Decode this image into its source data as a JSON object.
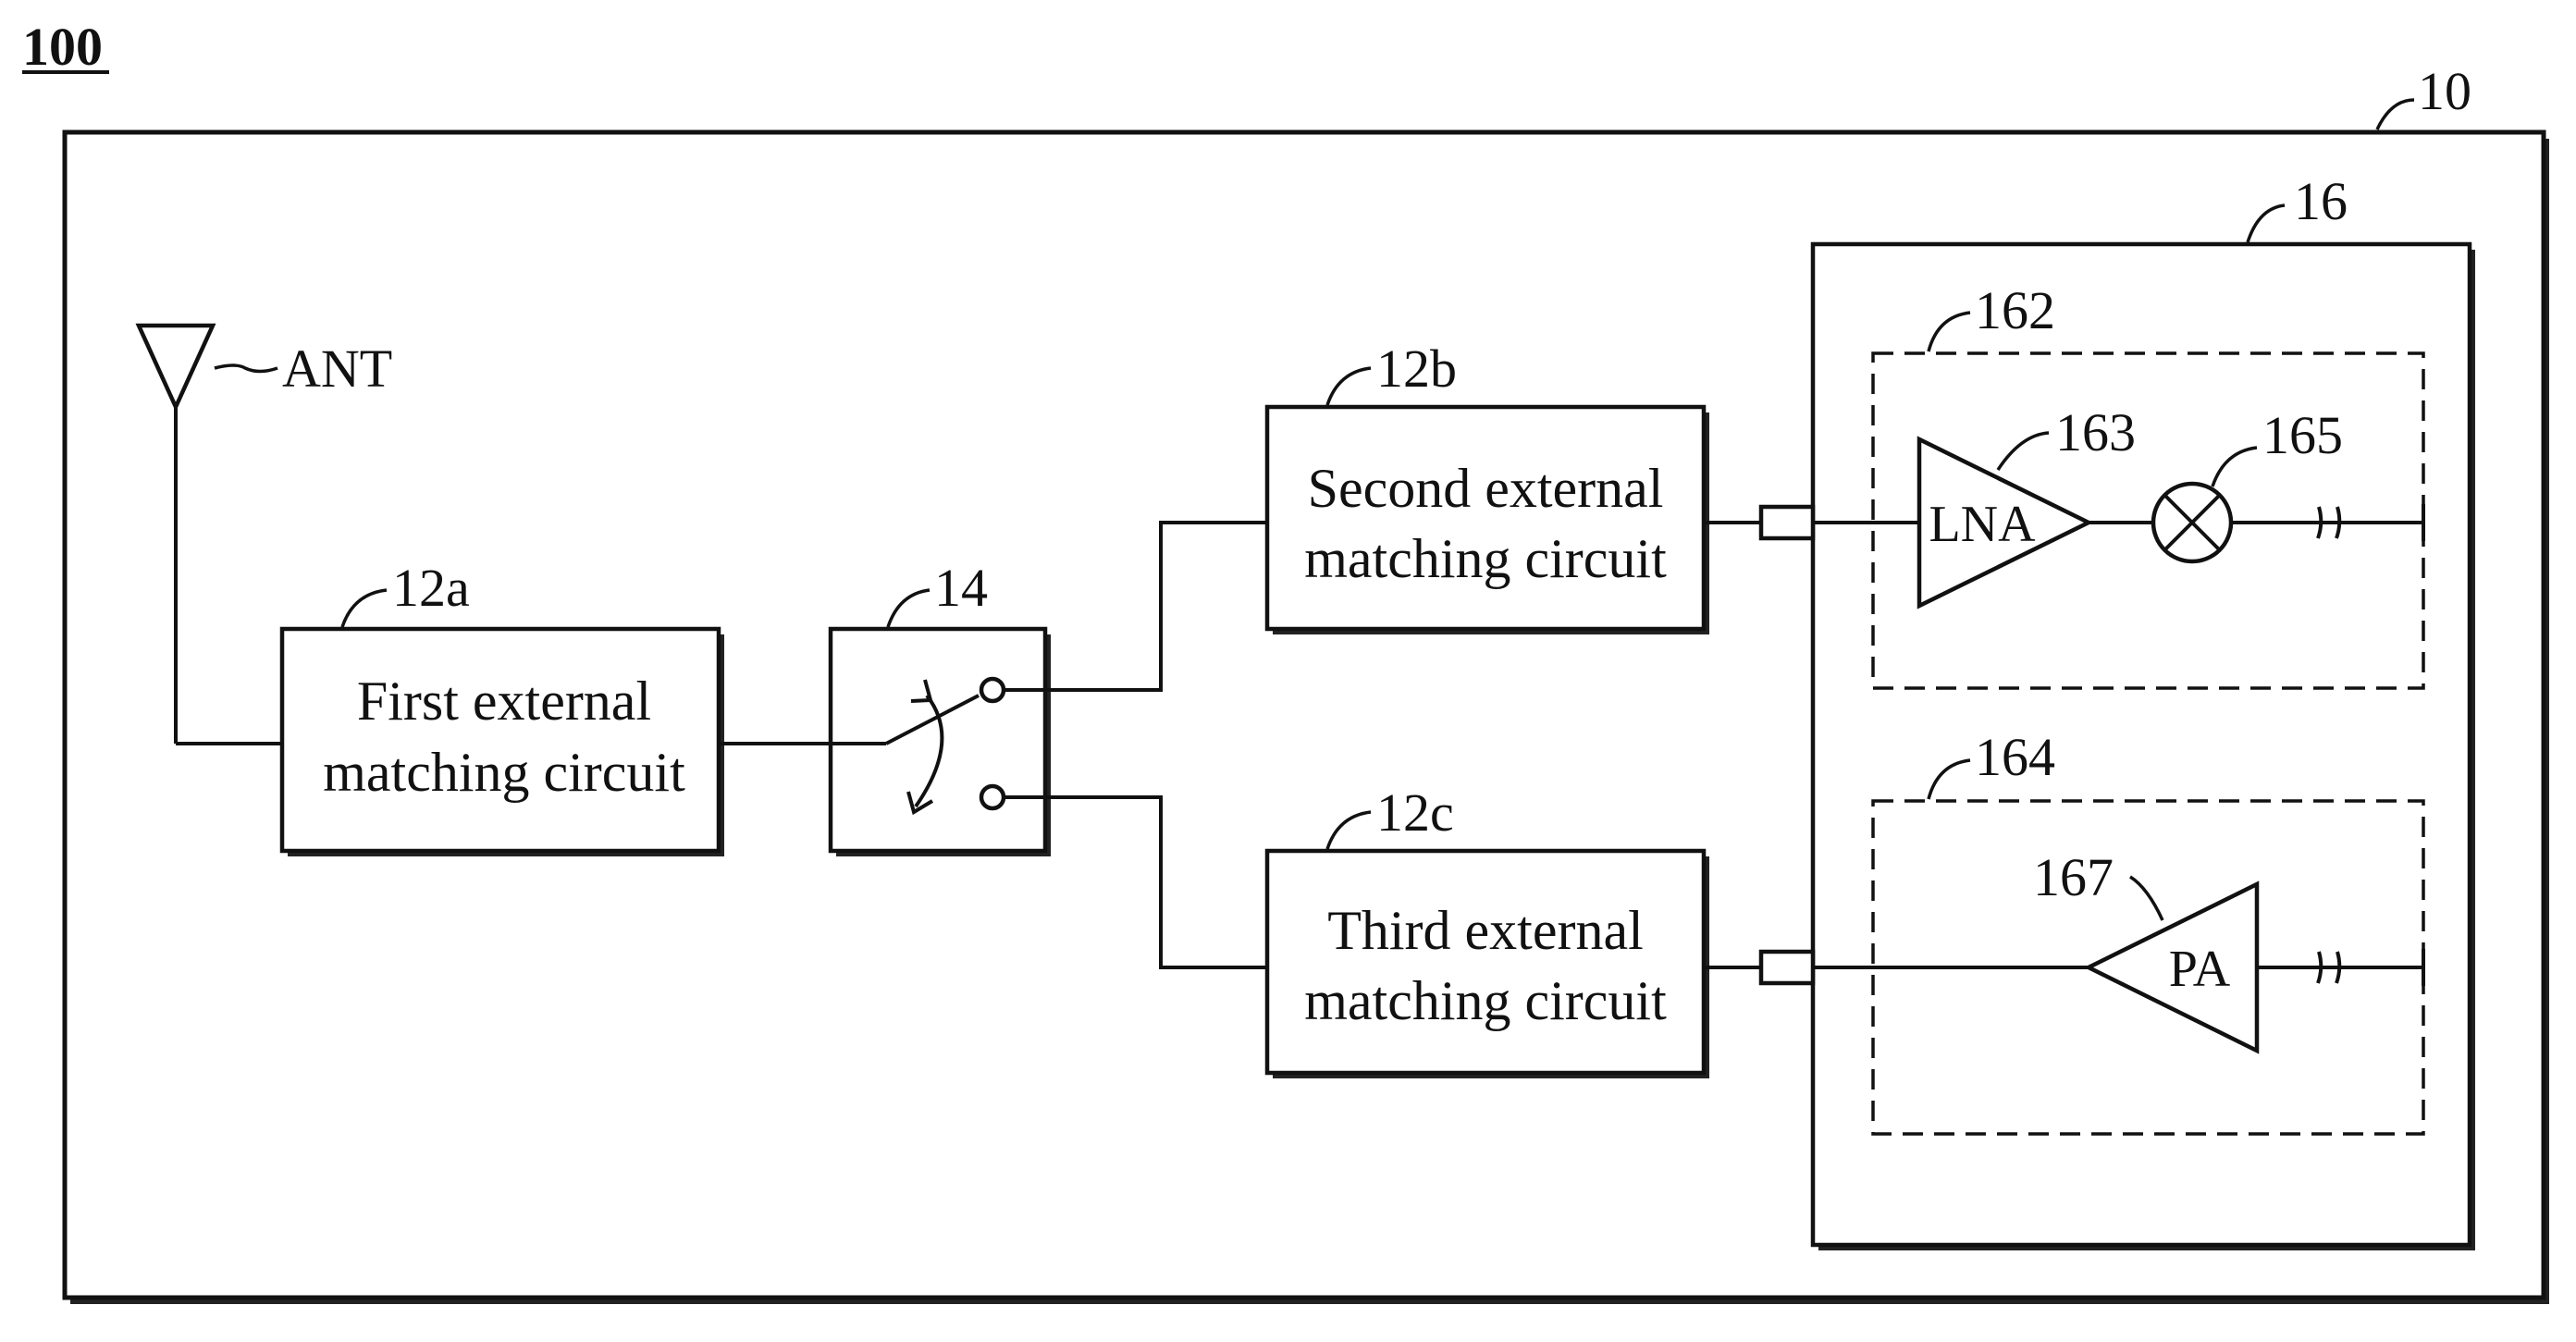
{
  "figure_label": "100",
  "refs": {
    "outer": "10",
    "chip": "16",
    "rx_block": "162",
    "tx_block": "164",
    "lna": "163",
    "mixer": "165",
    "pa": "167",
    "first_match": "12a",
    "switch": "14",
    "second_match": "12b",
    "third_match": "12c"
  },
  "antenna_label": "ANT",
  "blocks": {
    "first": {
      "line1": "First external",
      "line2": "matching circuit"
    },
    "second": {
      "line1": "Second external",
      "line2": "matching circuit"
    },
    "third": {
      "line1": "Third external",
      "line2": "matching circuit"
    }
  },
  "symbols": {
    "lna": "LNA",
    "pa": "PA"
  }
}
